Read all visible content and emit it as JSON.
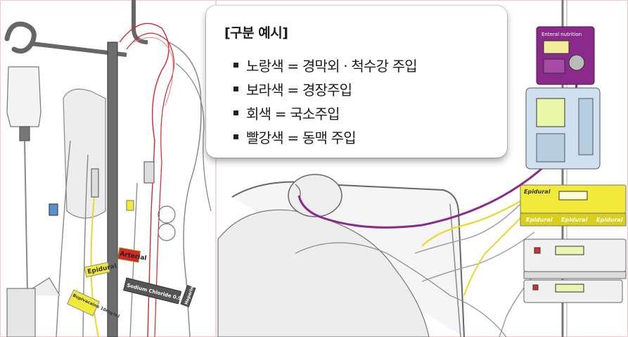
{
  "legend": {
    "title": "[구분 예시]",
    "items": [
      "노랑색 = 경막외 · 척수강 주입",
      "보라색 = 경장주입",
      "회색 = 국소주입",
      "빨강색 = 동맥 주입"
    ]
  },
  "labels": {
    "epidural_tag": "Epidural",
    "bupivacaine_tag": "Bupivacaine 10mg/ml",
    "arterial_tag": "Arterial",
    "sodium_chloride_tag": "Sodium Chloride 0.9%",
    "heparin_tag": "Heparin",
    "enteral_pump": "Enteral nutrition",
    "epidural_pump_small": "Epidural",
    "epidural_pump_front": [
      "Epidural",
      "Epidural",
      "Epidural"
    ]
  },
  "colors": {
    "epidural_yellow": "#f2ea3a",
    "enteral_purple": "#8a2a8a",
    "local_gray": "#9a9a9a",
    "arterial_red": "#d7262b",
    "pump_blue": "#cfe0ee"
  }
}
